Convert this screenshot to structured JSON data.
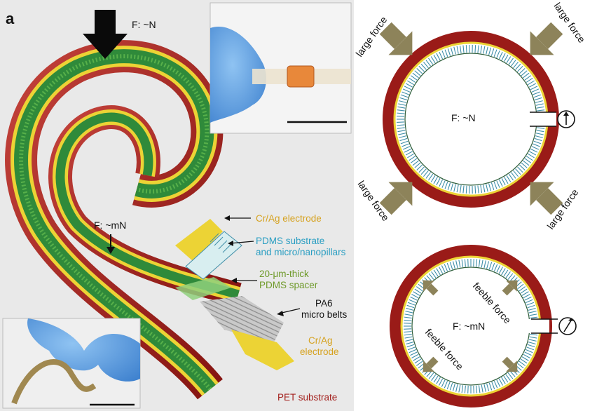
{
  "panel_label": "a",
  "left": {
    "force_top": "F: ~N",
    "force_inner": "F: ~mN",
    "layers": [
      {
        "text": [
          "Cr/Ag electrode"
        ],
        "color": "#d6a21f"
      },
      {
        "text": [
          "PDMS substrate",
          "and micro/nanopillars"
        ],
        "color": "#2a9ec2"
      },
      {
        "text": [
          "20-μm-thick",
          "PDMS spacer"
        ],
        "color": "#6f9a2a"
      },
      {
        "text": [
          "PA6",
          "micro belts"
        ],
        "color": "#111111"
      },
      {
        "text": [
          "Cr/Ag",
          "electrode"
        ],
        "color": "#d6a21f"
      },
      {
        "text": [
          "PET substrate"
        ],
        "color": "#a3201d"
      }
    ]
  },
  "right_top": {
    "center": "F: ~N",
    "forces": [
      "large force",
      "large force",
      "large force",
      "large force"
    ]
  },
  "right_bottom": {
    "center": "F: ~mN",
    "forces": [
      "feeble force",
      "feeble force"
    ]
  },
  "colors": {
    "pet": "#9a1b18",
    "electrode": "#ecd335",
    "pdms": "#2f8a3a",
    "pillar": "#3f8ea8",
    "arrow": "#8d835a"
  }
}
